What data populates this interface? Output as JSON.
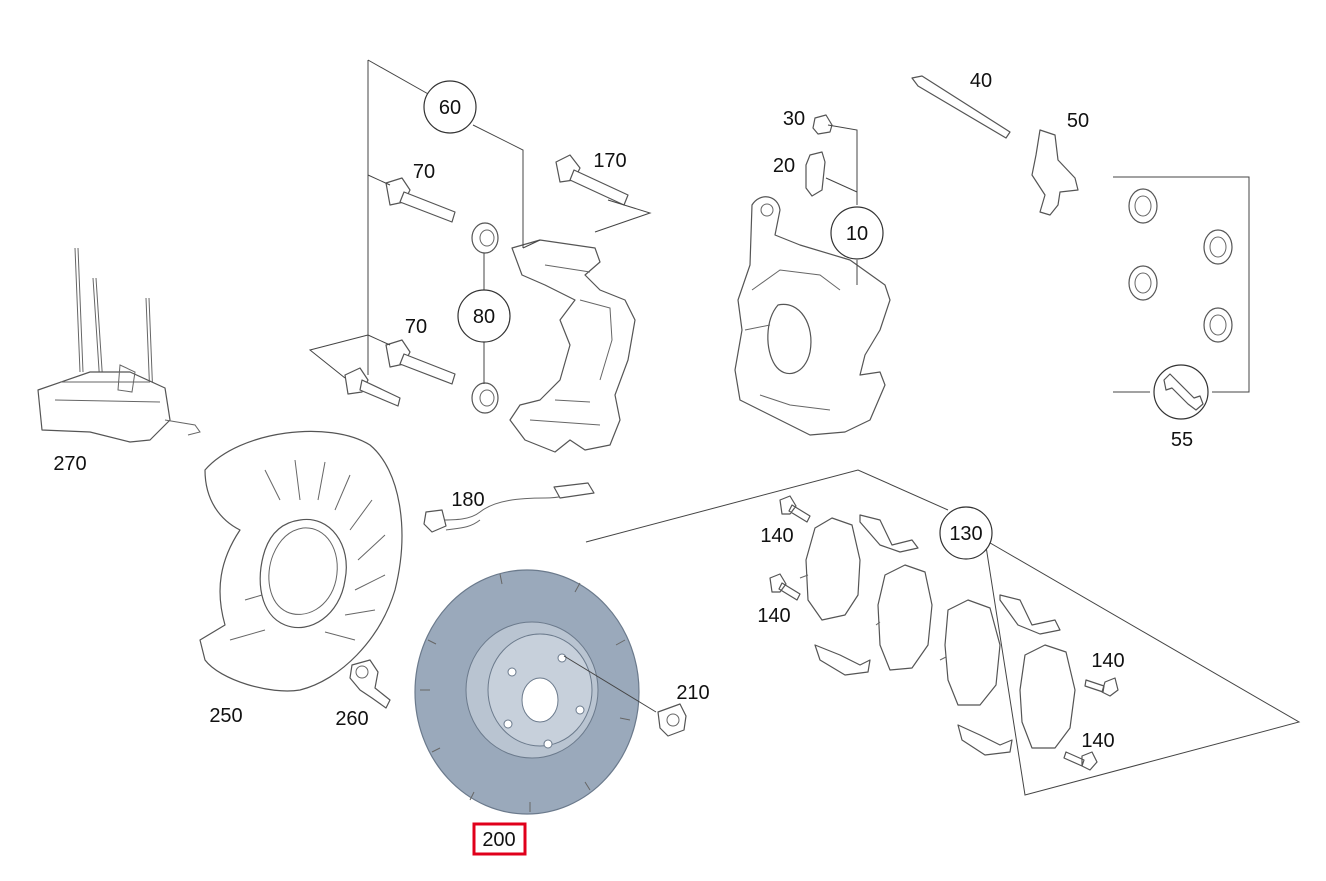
{
  "highlight_color": "#e0001b",
  "disc_color": "#9aa9bb",
  "labels": {
    "p10": "10",
    "p20": "20",
    "p30": "30",
    "p40": "40",
    "p50": "50",
    "p55": "55",
    "p60": "60",
    "p70a": "70",
    "p70b": "70",
    "p80": "80",
    "p130": "130",
    "p140a": "140",
    "p140b": "140",
    "p140c": "140",
    "p140d": "140",
    "p170": "170",
    "p180": "180",
    "p200": "200",
    "p210": "210",
    "p250": "250",
    "p260": "260",
    "p270": "270"
  }
}
